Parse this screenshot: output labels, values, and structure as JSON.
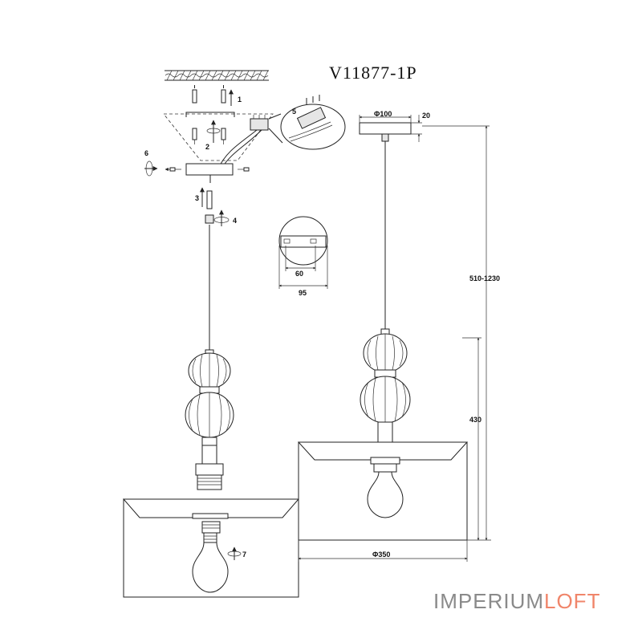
{
  "model": "V11877-1P",
  "brand": {
    "part1": "IMPERIUM",
    "part2": "LOFT",
    "color1": "#8a8a8a",
    "color2": "#f0856a"
  },
  "dimensions": {
    "canopy_diameter": "Φ100",
    "canopy_height": "20",
    "total_height": "510-1230",
    "body_height": "430",
    "shade_diameter": "Φ350",
    "bracket_hole_spacing": "60",
    "bracket_width": "95"
  },
  "steps": [
    "1",
    "2",
    "3",
    "4",
    "5",
    "6",
    "7"
  ]
}
